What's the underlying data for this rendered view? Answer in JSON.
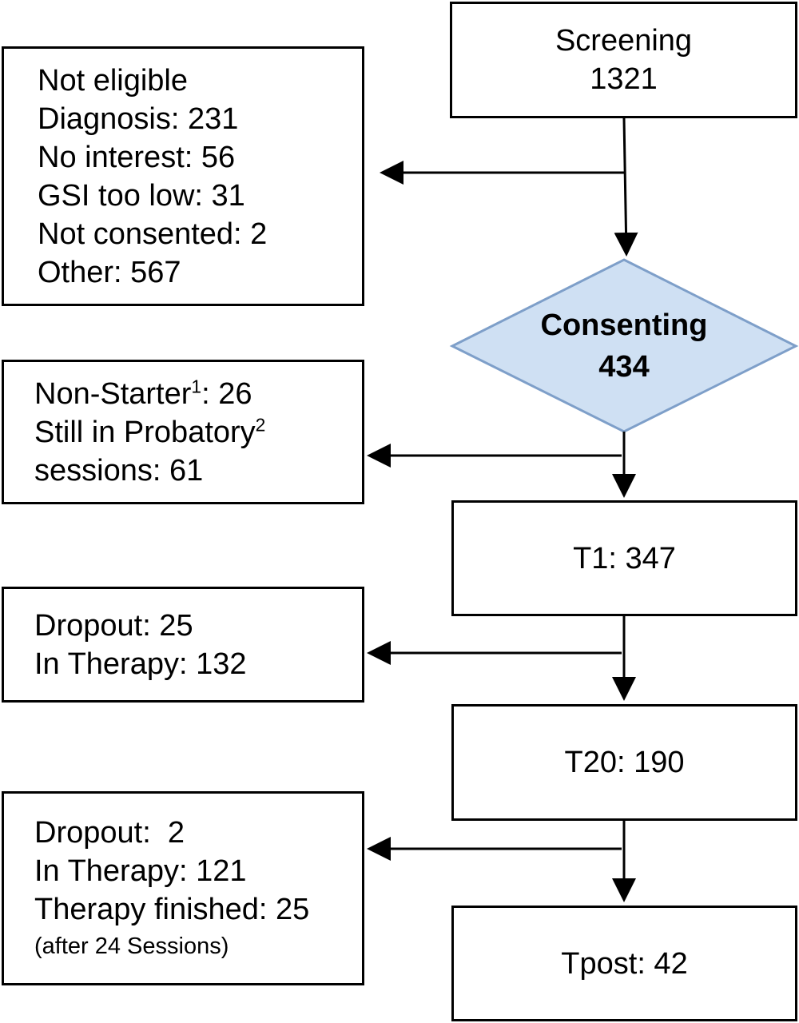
{
  "screening": {
    "label": "Screening",
    "count": "1321"
  },
  "not_eligible": {
    "lines": [
      "Not eligible",
      "Diagnosis: 231",
      "No interest: 56",
      "GSI too low: 31",
      "Not consented: 2",
      "Other: 567"
    ]
  },
  "consenting": {
    "label": "Consenting",
    "count": "434",
    "fill_color": "#cfe0f3",
    "stroke_color": "#7e9fc9"
  },
  "nonstarter": {
    "line1_text": "Non-Starter",
    "line1_sup": "1",
    "line1_rest": ": 26",
    "line2_text": "Still in Probatory",
    "line2_sup": "2",
    "line3_text": "sessions: 61"
  },
  "t1": {
    "label": "T1: 347"
  },
  "dropout_1": {
    "lines": [
      "Dropout: 25",
      "In Therapy: 132"
    ]
  },
  "t20": {
    "label": "T20: 190"
  },
  "dropout_2": {
    "lines": [
      "Dropout:  2",
      "In Therapy: 121",
      "Therapy finished: 25"
    ],
    "note": "(after 24 Sessions)"
  },
  "tpost": {
    "label": "Tpost: 42"
  }
}
